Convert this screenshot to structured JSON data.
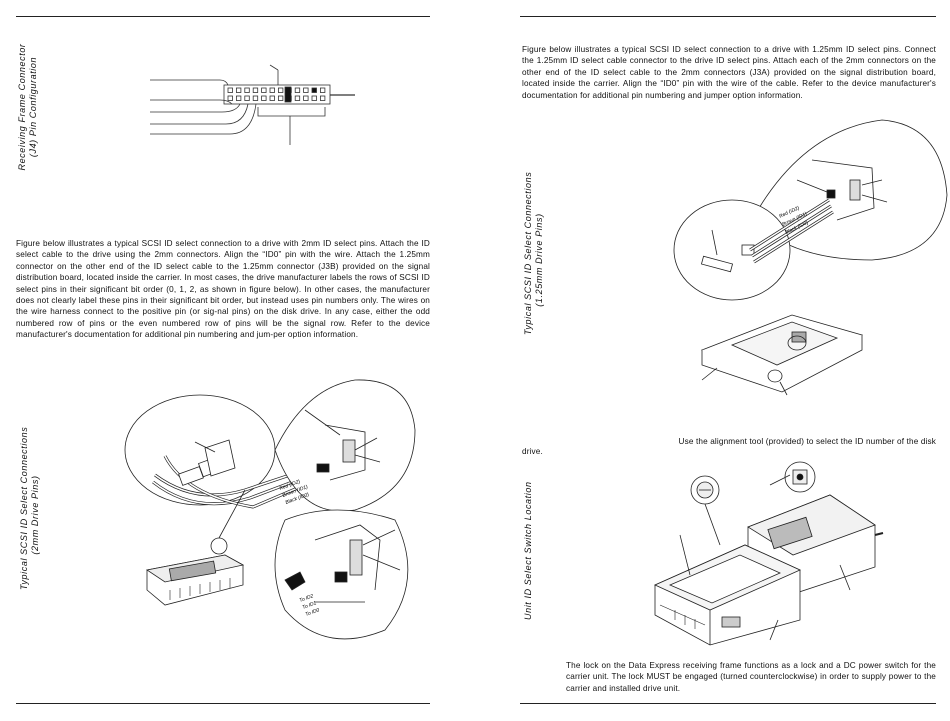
{
  "left": {
    "pin_caption": [
      "Receiving Frame Connector",
      "(J4) Pin Configuration"
    ],
    "paragraph": "Figure below illustrates a typical SCSI ID select connection to a drive with 2mm ID select pins. Attach the ID select cable to the drive using the 2mm connectors. Align the “ID0” pin with the        wire. Attach the 1.25mm connector on the other end of the ID select cable to the 1.25mm connector (J3B) provided on the signal distribution board, located inside the carrier. In most cases, the drive manufacturer labels the rows of SCSI ID select pins in their significant bit order (0, 1, 2, as shown in figure below). In other cases, the manufacturer does not clearly label these pins in their significant bit order, but instead uses pin numbers only. The wires on the wire harness connect to the positive pin (or sig-nal pins) on the disk drive. In any case, either the odd numbered row of pins or the even numbered row of pins will be the signal row. Refer to the device manufacturer's documentation for additional pin numbering and jum-per option information.",
    "fig_caption": [
      "Typical SCSI ID Select Connections",
      "(2mm Drive Pins)"
    ],
    "wire_labels": [
      "Red (ID2)",
      "Brown (ID1)",
      "Black (ID0)"
    ],
    "pin_labels": [
      "To ID2",
      "To ID1",
      "To ID0"
    ]
  },
  "right": {
    "paragraph": "Figure below illustrates a typical SCSI ID select connection to a drive with 1.25mm ID select pins. Connect the 1.25mm ID select cable connector to the drive ID select pins. Attach each of the 2mm connectors on the other end of the ID select cable to the 2mm connectors (J3A) provided on the signal distribution board, located inside the carrier. Align the “ID0” pin with the        wire of the cable. Refer to the device manufacturer's documentation for additional pin numbering and jumper option information.",
    "fig_caption": [
      "Typical SCSI ID Select Connections",
      "(1.25mm Drive Pins)"
    ],
    "wire_labels": [
      "Red (ID2)",
      "Brown (ID1)",
      "Black (ID0)"
    ],
    "alignment_text": "Use the alignment tool (provided) to select the ID number of the disk",
    "alignment_text_2": "drive.",
    "switch_caption": "Unit ID Select Switch Location",
    "lock_paragraph": "The lock on the Data Express receiving frame functions as a lock and a DC power switch for the carrier unit. The lock MUST be engaged (turned counterclockwise) in order to supply power to the carrier and installed drive unit."
  }
}
